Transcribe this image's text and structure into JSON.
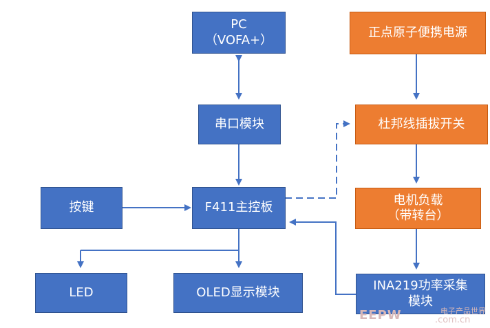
{
  "nodes": {
    "pc": {
      "line1": "PC",
      "line2": "（VOFA+）"
    },
    "serial": {
      "label": "串口模块"
    },
    "keys": {
      "label": "按键"
    },
    "mcu": {
      "label": "F411主控板"
    },
    "led": {
      "label": "LED"
    },
    "oled": {
      "label": "OLED显示模块"
    },
    "power": {
      "label": "正点原子便携电源"
    },
    "switch": {
      "label": "杜邦线插拔开关"
    },
    "motor": {
      "line1": "电机负载",
      "line2": "（带转台）"
    },
    "ina": {
      "line1": "INA219功率采集",
      "line2": "模块"
    }
  },
  "watermark": {
    "text": "EEPW",
    "cn": "电子产品世界",
    "url": ".com.cn"
  },
  "colors": {
    "blue_node": "#4472c4",
    "orange_node": "#ed7d31",
    "connector": "#4472c4"
  }
}
